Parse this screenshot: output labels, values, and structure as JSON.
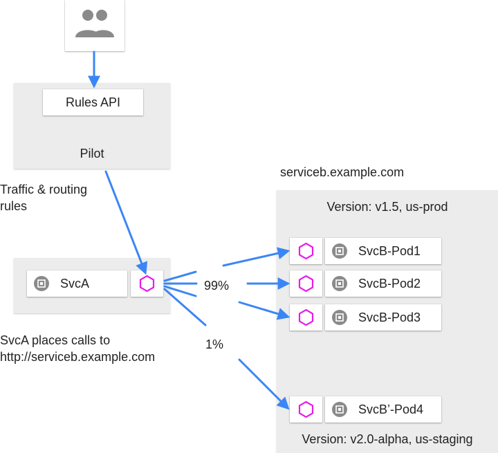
{
  "pilot": {
    "api_label": "Rules API",
    "title": "Pilot"
  },
  "traffic_note": {
    "line1": "Traffic & routing",
    "line2": "rules"
  },
  "service_a": {
    "pod_label": "SvcA"
  },
  "calls_note": {
    "line1": "SvcA places calls to",
    "line2": "http://serviceb.example.com"
  },
  "split": {
    "major": "99%",
    "minor": "1%"
  },
  "service_b": {
    "domain": "serviceb.example.com",
    "v1_label": "Version: v1.5, us-prod",
    "v2_label": "Version: v2.0-alpha, us-staging",
    "pods": [
      "SvcB-Pod1",
      "SvcB-Pod2",
      "SvcB-Pod3",
      "SvcB’-Pod4"
    ]
  },
  "colors": {
    "arrow": "#3b86f5",
    "proxy": "#e81ce8",
    "panel": "#ececec",
    "chip": "#8a8a8a"
  },
  "icons": {
    "users": "group-icon",
    "proxy": "hexagon-icon",
    "pod": "chip-icon"
  }
}
